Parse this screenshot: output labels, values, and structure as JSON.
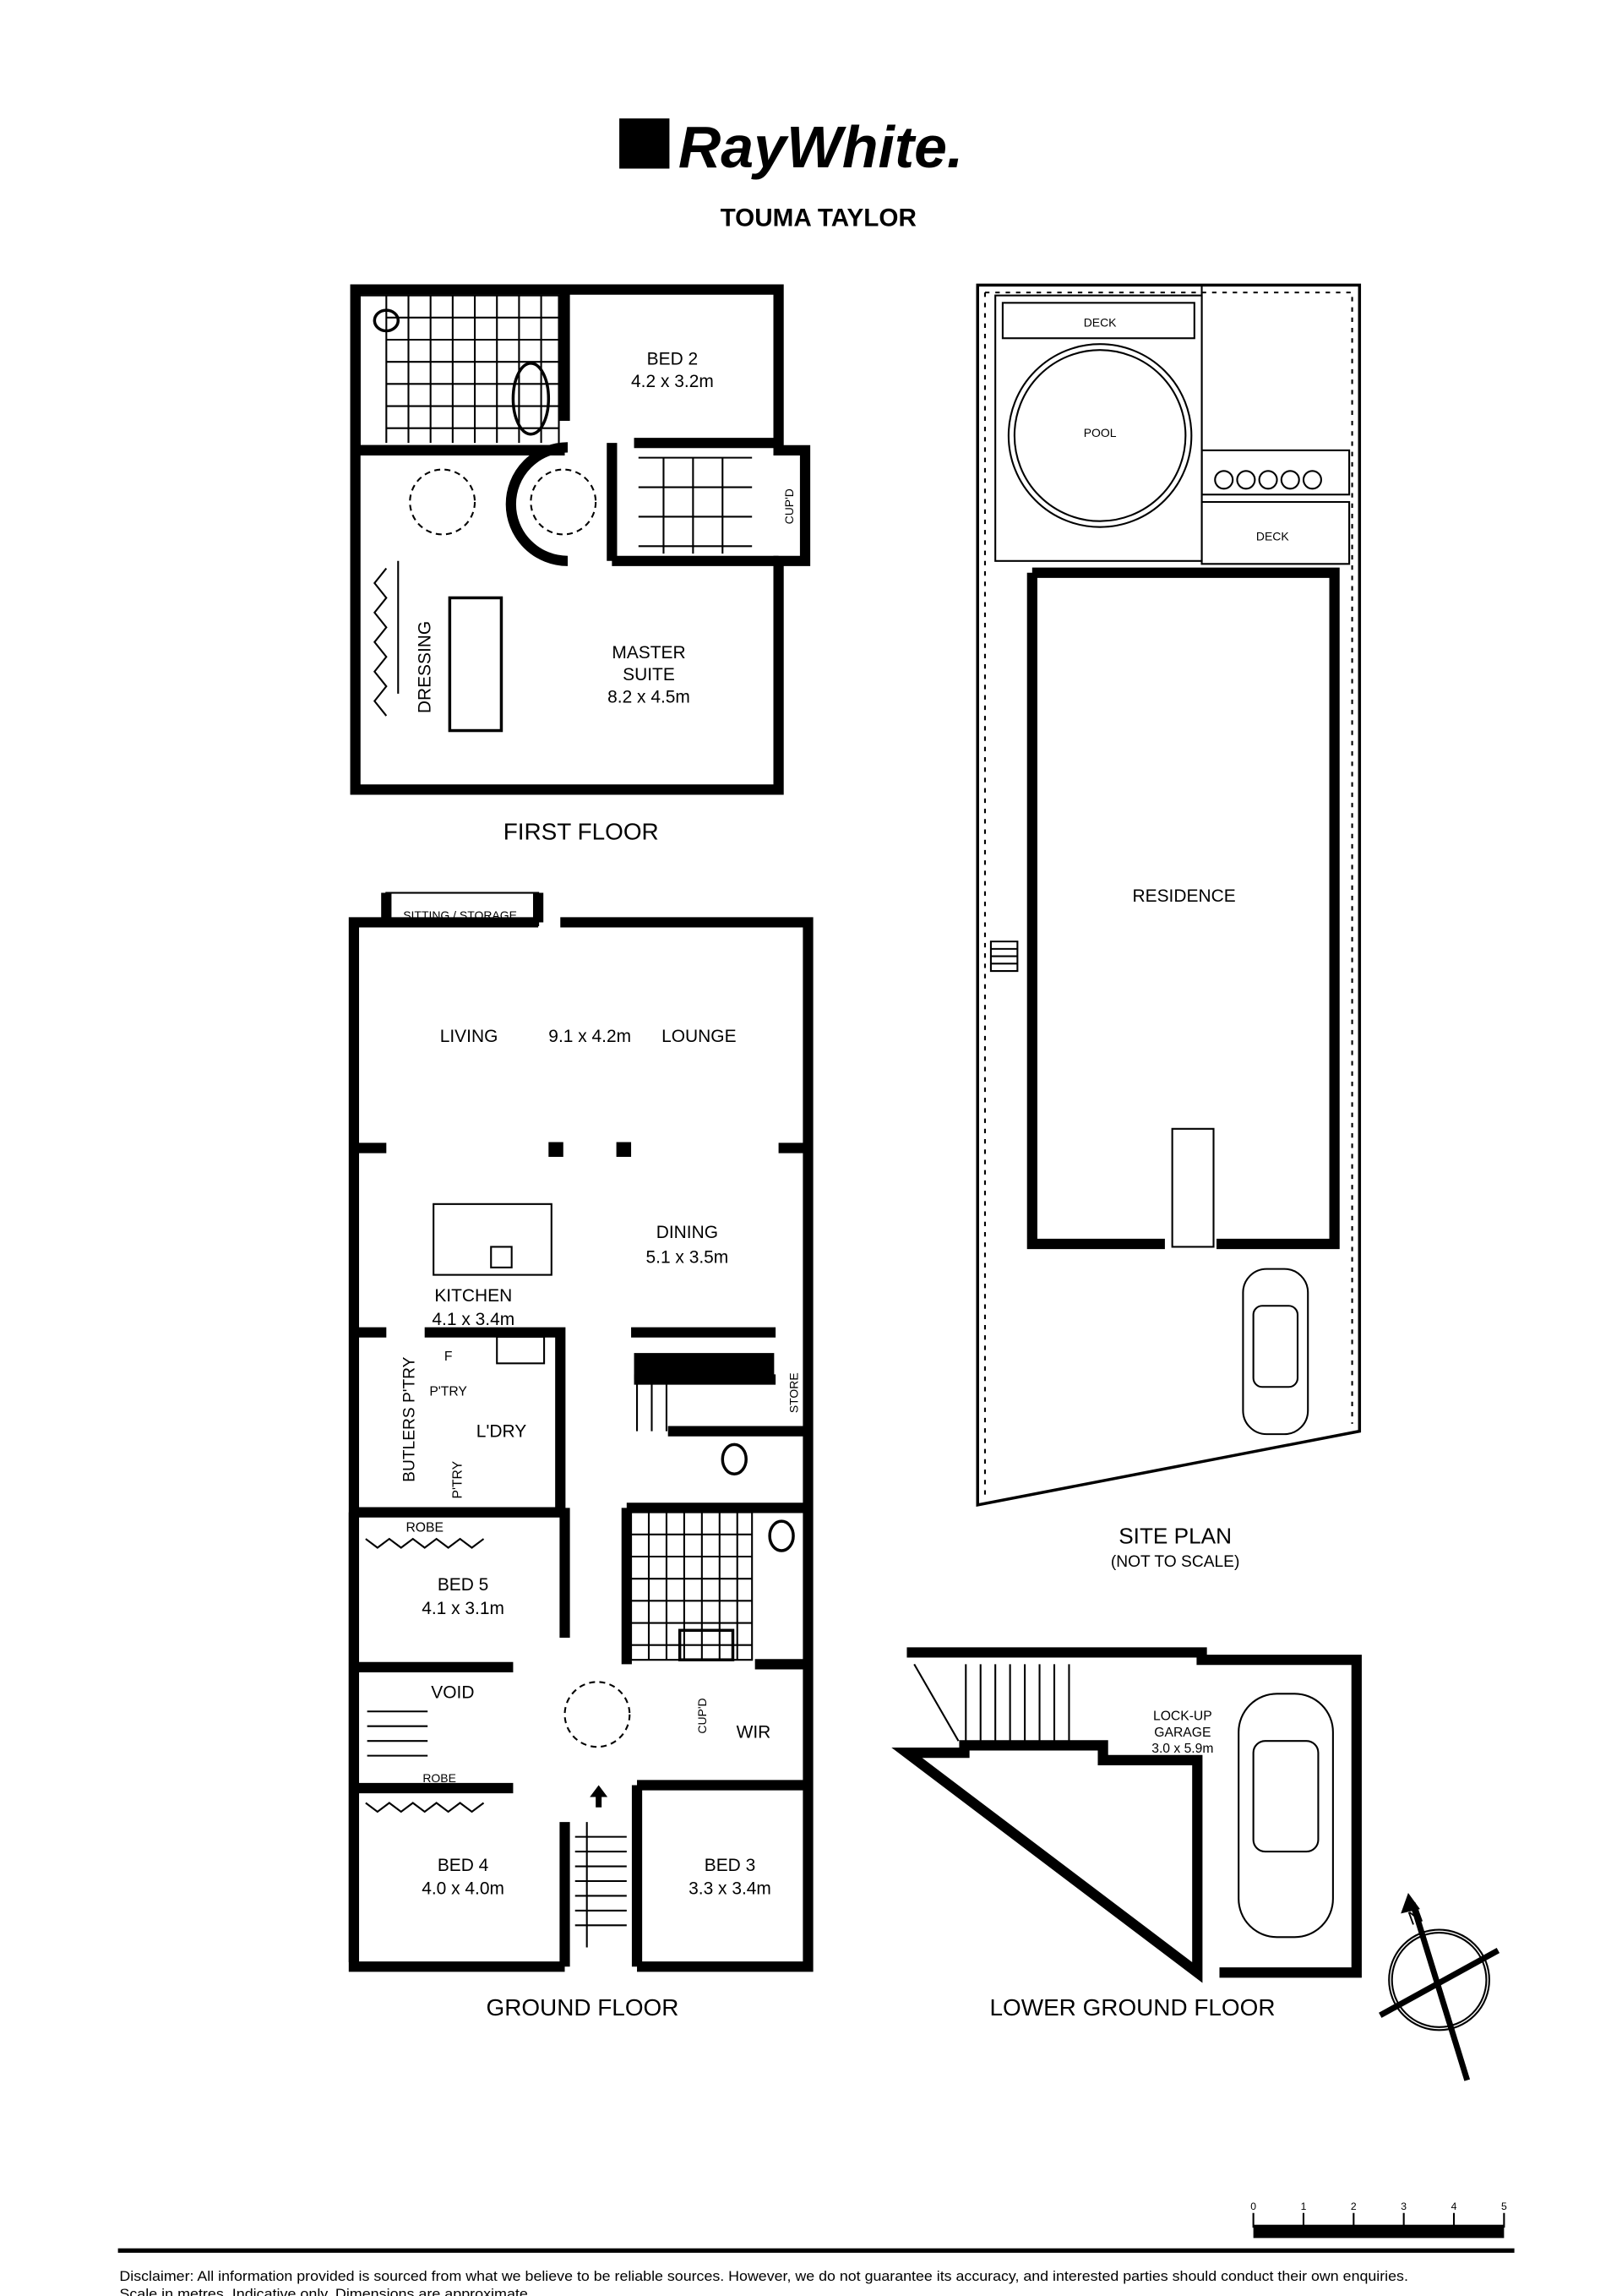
{
  "header": {
    "brand": "RayWhite.",
    "office": "TOUMA TAYLOR"
  },
  "first_floor": {
    "title": "FIRST FLOOR",
    "rooms": {
      "bed2": "BED 2",
      "bed2_dim": "4.2 x 3.2m",
      "master1": "MASTER",
      "master2": "SUITE",
      "master_dim": "8.2 x 4.5m",
      "dressing": "DRESSING",
      "cupd": "CUP'D"
    }
  },
  "ground_floor": {
    "title": "GROUND FLOOR",
    "rooms": {
      "sitting": "SITTING / STORAGE",
      "living": "LIVING",
      "living_dim": "9.1 x 4.2m",
      "lounge": "LOUNGE",
      "dining": "DINING",
      "dining_dim": "5.1 x 3.5m",
      "kitchen": "KITCHEN",
      "kitchen_dim": "4.1 x 3.4m",
      "fridge": "F",
      "ptry": "P'TRY",
      "butlers": "BUTLERS P'TRY",
      "ldry": "L'DRY",
      "ptry2": "P'TRY",
      "store": "STORE",
      "robe1": "ROBE",
      "bed5": "BED 5",
      "bed5_dim": "4.1 x 3.1m",
      "void": "VOID",
      "robe2": "ROBE",
      "cupd": "CUP'D",
      "wir": "WIR",
      "bed4": "BED 4",
      "bed4_dim": "4.0 x 4.0m",
      "bed3": "BED 3",
      "bed3_dim": "3.3 x 3.4m"
    }
  },
  "site_plan": {
    "title": "SITE PLAN",
    "subtitle": "(NOT TO SCALE)",
    "labels": {
      "deck1": "DECK",
      "pool": "POOL",
      "deck2": "DECK",
      "residence": "RESIDENCE"
    }
  },
  "lower_ground_floor": {
    "title": "LOWER GROUND FLOOR",
    "garage1": "LOCK-UP",
    "garage2": "GARAGE",
    "garage_dim": "3.0 x 5.9m"
  },
  "compass": {
    "north": "N"
  },
  "scale_bar": {
    "ticks": [
      "0",
      "1",
      "2",
      "3",
      "4",
      "5"
    ]
  },
  "disclaimer": {
    "line1": "Disclaimer: All information provided is sourced from what we believe to be reliable sources. However, we do not guarantee  its accuracy, and interested parties should conduct their own enquiries.",
    "line2": "Scale in metres. Indicative only. Dimensions are approximate"
  }
}
